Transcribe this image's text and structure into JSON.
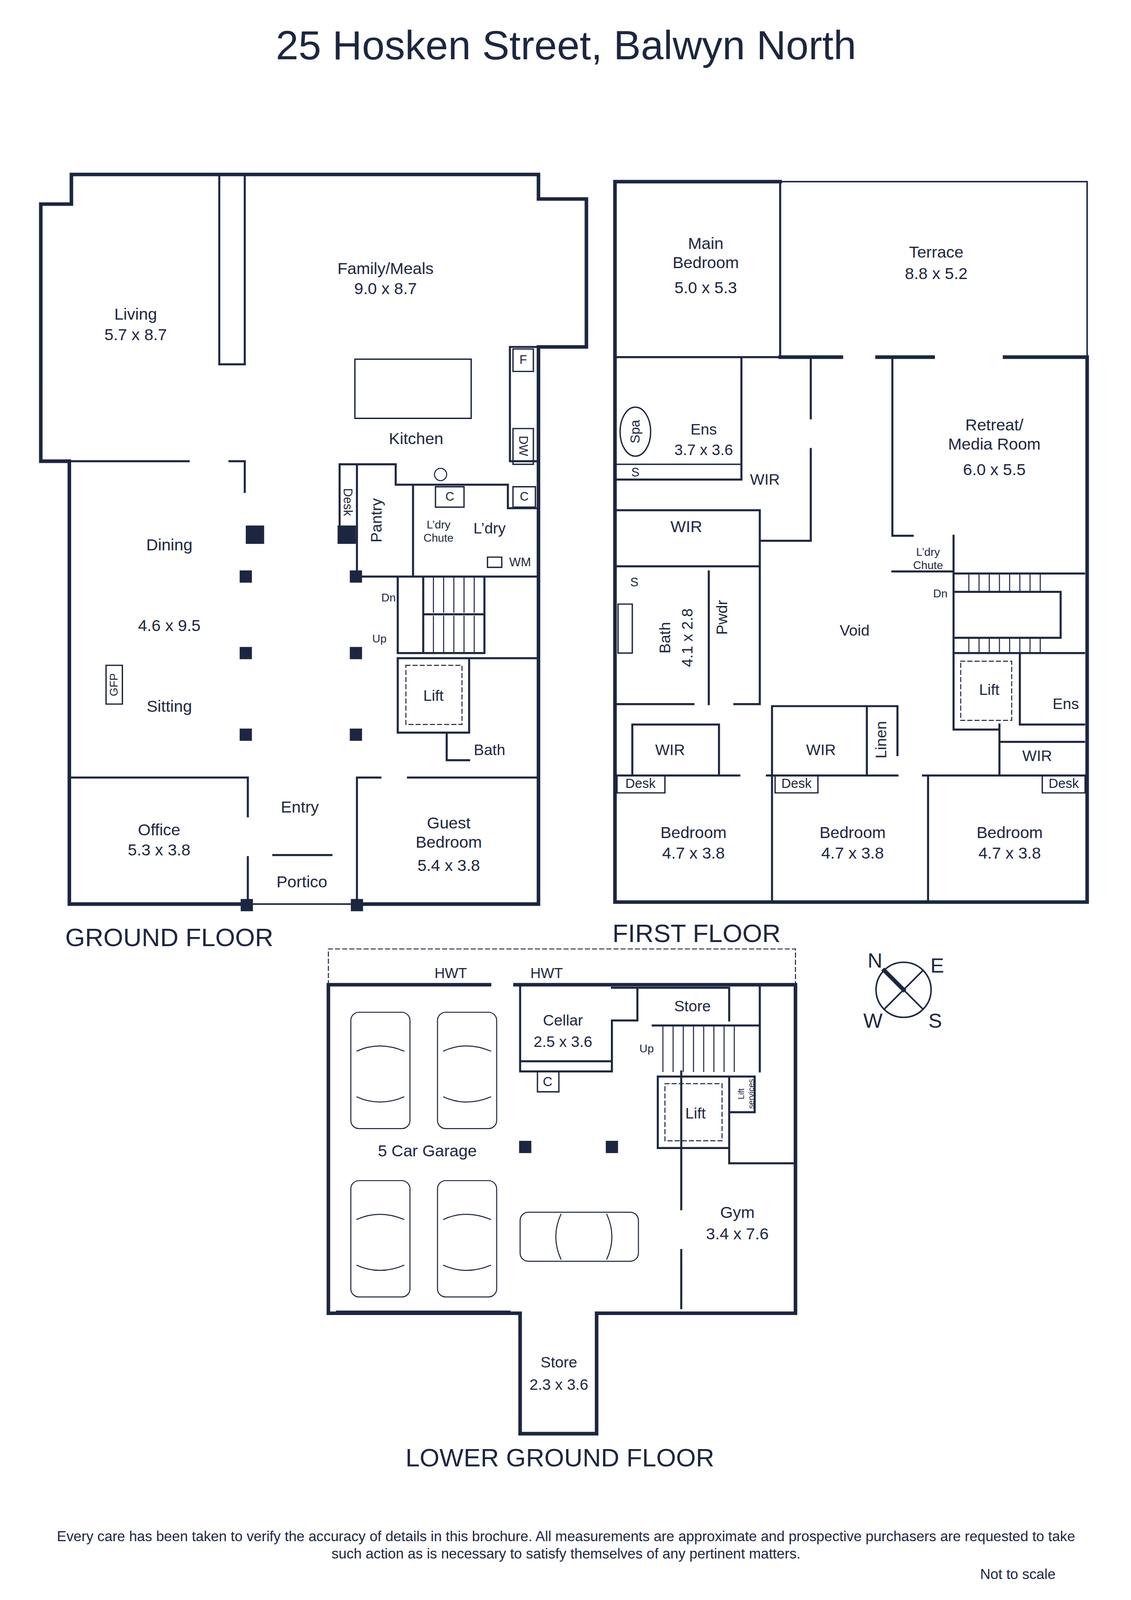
{
  "diagram": {
    "title": "25 Hosken Street, Balwyn North",
    "caption": "Every care has been taken to verify the accuracy of details in this brochure. All measurements are approximate and prospective purchasers are requested to take such action as is necessary to satisfy themselves of any pertinent matters.",
    "nodes": [
      {
        "text": [
          "GROUND FLOOR"
        ]
      },
      {
        "text": [
          "Living",
          "5.7 x 8.7"
        ],
        "in": 0
      },
      {
        "text": [
          "Family/Meals",
          "9.0 x 8.7"
        ],
        "in": 0
      },
      {
        "text": [
          "Kitchen"
        ],
        "in": 0
      },
      {
        "text": [
          "Pantry"
        ],
        "in": 0
      },
      {
        "text": [
          "L’dry"
        ],
        "in": 0
      },
      {
        "text": [
          "Dining",
          "4.6 x 9.5",
          "Sitting"
        ],
        "in": 0
      },
      {
        "text": [
          "Lift"
        ],
        "in": 0
      },
      {
        "text": [
          "Bath"
        ],
        "in": 0
      },
      {
        "text": [
          "Office",
          "5.3 x 3.8"
        ],
        "in": 0
      },
      {
        "text": [
          "Entry"
        ],
        "in": 0
      },
      {
        "text": [
          "Portico"
        ],
        "in": 0
      },
      {
        "text": [
          "Guest Bedroom",
          "5.4 x 3.8"
        ],
        "in": 0
      },
      {
        "text": [
          "FIRST FLOOR"
        ]
      },
      {
        "text": [
          "Main Bedroom",
          "5.0 x 5.3"
        ],
        "in": 13
      },
      {
        "text": [
          "Terrace",
          "8.8 x 5.2"
        ],
        "in": 13
      },
      {
        "text": [
          "Ens",
          "3.7 x 3.6"
        ],
        "in": 13
      },
      {
        "text": [
          "WIR"
        ],
        "in": 13
      },
      {
        "text": [
          "WIR"
        ],
        "in": 13
      },
      {
        "text": [
          "Retreat/ Media Room",
          "6.0 x 5.5"
        ],
        "in": 13
      },
      {
        "text": [
          "Bath",
          "4.1 x 2.8"
        ],
        "in": 13
      },
      {
        "text": [
          "Pwdr"
        ],
        "in": 13
      },
      {
        "text": [
          "Void"
        ],
        "in": 13
      },
      {
        "text": [
          "Lift"
        ],
        "in": 13
      },
      {
        "text": [
          "Ens"
        ],
        "in": 13
      },
      {
        "text": [
          "WIR"
        ],
        "in": 13
      },
      {
        "text": [
          "WIR"
        ],
        "in": 13
      },
      {
        "text": [
          "Linen"
        ],
        "in": 13
      },
      {
        "text": [
          "WIR"
        ],
        "in": 13
      },
      {
        "text": [
          "Bedroom",
          "4.7 x 3.8"
        ],
        "in": 13
      },
      {
        "text": [
          "Bedroom",
          "4.7 x 3.8"
        ],
        "in": 13
      },
      {
        "text": [
          "Bedroom",
          "4.7 x 3.8"
        ],
        "in": 13
      },
      {
        "text": [
          "LOWER GROUND FLOOR"
        ]
      },
      {
        "text": [
          "5 Car Garage"
        ],
        "in": 32
      },
      {
        "text": [
          "Cellar",
          "2.5 x 3.6"
        ],
        "in": 32
      },
      {
        "text": [
          "Store"
        ],
        "in": 32
      },
      {
        "text": [
          "Lift"
        ],
        "in": 32
      },
      {
        "text": [
          "Gym",
          "3.4 x 7.6"
        ],
        "in": 32
      },
      {
        "text": [
          "Store",
          "2.3 x 3.6"
        ],
        "in": 32
      }
    ],
    "labels": [
      "F",
      "DW",
      "C",
      "C",
      "Desk",
      "L’dry Chute",
      "WM",
      "Dn",
      "Up",
      "GFP",
      "S",
      "Spa",
      "S",
      "L’dry Chute",
      "Dn",
      "Desk",
      "Desk",
      "Desk",
      "HWT",
      "HWT",
      "C",
      "Up",
      "Lift services",
      "N",
      "E",
      "W",
      "S",
      "Not to scale"
    ]
  }
}
